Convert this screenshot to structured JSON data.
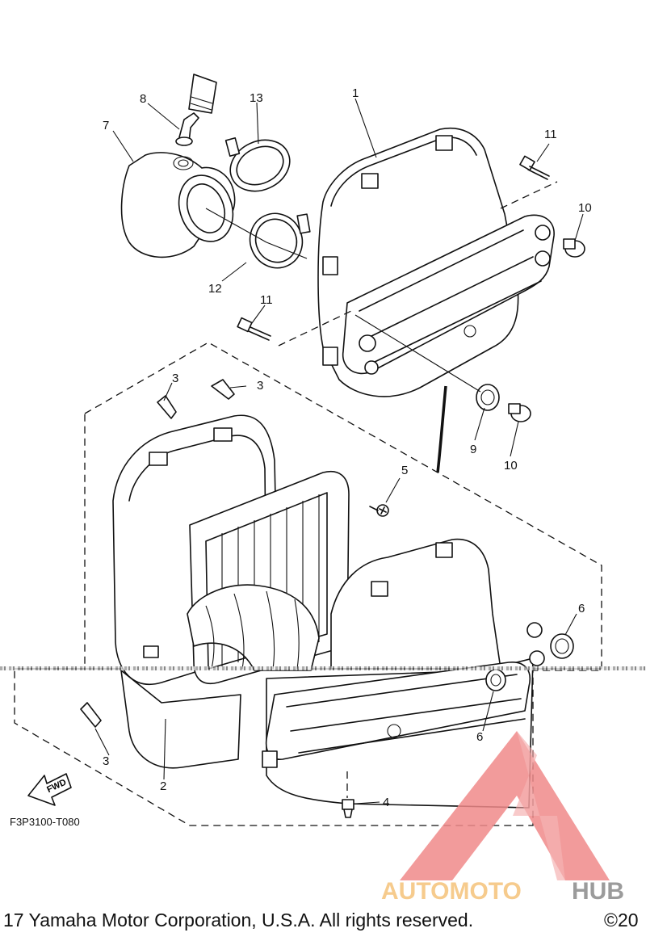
{
  "diagram": {
    "callouts": [
      "1",
      "2",
      "3",
      "3",
      "3",
      "4",
      "5",
      "6",
      "6",
      "7",
      "8",
      "9",
      "10",
      "10",
      "11",
      "11",
      "12",
      "13"
    ],
    "drawing_code": "F3P3100-T080",
    "fwd_label": "FWD"
  },
  "watermark": {
    "brand_part1": "AUTOMOTO",
    "brand_part2": "HUB",
    "color_accent": "#f5c27a",
    "color_main": "#f08a8a",
    "color_hub": "#8a8a8a"
  },
  "footer": {
    "copyright": "17 Yamaha Motor Corporation, U.S.A. All rights reserved.",
    "copyright_right": "©20"
  }
}
